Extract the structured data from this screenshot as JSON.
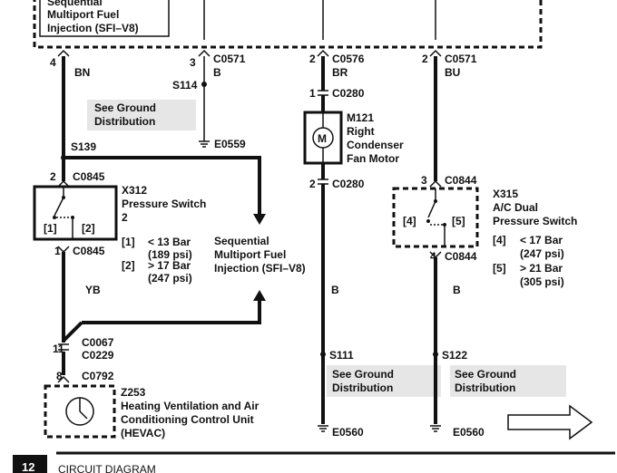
{
  "top_module": {
    "line1": "Sequential",
    "line2": "Multiport Fuel",
    "line3": "Injection (SFI–V8)"
  },
  "connectors": {
    "c0571_left": {
      "pin": "4",
      "name": "",
      "wire": "BN"
    },
    "c0571_mid": {
      "pin": "3",
      "name": "C0571",
      "wire": "B"
    },
    "c0576": {
      "pin": "2",
      "name": "C0576",
      "wire": "BR"
    },
    "c0571_right": {
      "pin": "2",
      "name": "C0571",
      "wire": "BU"
    },
    "c0280_top": {
      "pin": "1",
      "name": "C0280"
    },
    "c0280_bot": {
      "pin": "2",
      "name": "C0280"
    },
    "c0845_top": {
      "pin": "2",
      "name": "C0845"
    },
    "c0845_bot": {
      "pin": "1",
      "name": "C0845"
    },
    "c0844_top": {
      "pin": "3",
      "name": "C0844"
    },
    "c0844_bot": {
      "pin": "4",
      "name": "C0844"
    },
    "c0067": {
      "pin": "11",
      "name1": "C0067",
      "name2": "C0229"
    },
    "c0792": {
      "pin": "8",
      "name": "C0792"
    }
  },
  "splices": {
    "s114": "S114",
    "s139": "S139",
    "s111": "S111",
    "s122": "S122"
  },
  "grounds": {
    "e0559": "E0559",
    "e0560_a": "E0560",
    "e0560_b": "E0560"
  },
  "see_ground": {
    "line1": "See Ground",
    "line2": "Distribution"
  },
  "wire_colors": {
    "yb": "YB",
    "b_mid": "B",
    "b_right": "B"
  },
  "m121": {
    "id": "M121",
    "line1": "Right",
    "line2": "Condenser",
    "line3": "Fan Motor",
    "symbol": "M"
  },
  "x312": {
    "id": "X312",
    "line1": "Pressure Switch",
    "line2": "2",
    "contact1": "[1]",
    "contact2": "[2]",
    "spec1_key": "[1]",
    "spec1_a": "< 13 Bar",
    "spec1_b": "(189 psi)",
    "spec2_key": "[2]",
    "spec2_a": "> 17 Bar",
    "spec2_b": "(247 psi)"
  },
  "sfi_mid": {
    "line1": "Sequential",
    "line2": "Multiport Fuel",
    "line3": "Injection (SFI–V8)"
  },
  "x315": {
    "id": "X315",
    "line1": "A/C Dual",
    "line2": "Pressure Switch",
    "contact1": "[4]",
    "contact2": "[5]",
    "spec1_key": "[4]",
    "spec1_a": "< 17 Bar",
    "spec1_b": "(247 psi)",
    "spec2_key": "[5]",
    "spec2_a": "> 21 Bar",
    "spec2_b": "(305 psi)"
  },
  "z253": {
    "id": "Z253",
    "line1": "Heating Ventilation and Air",
    "line2": "Conditioning Control Unit",
    "line3": "(HEVAC)"
  },
  "footer": {
    "page": "12",
    "title": "CIRCUIT DIAGRAM"
  },
  "colors": {
    "ink": "#111111",
    "shade": "#e6e6e6",
    "footer_block": "#111111"
  },
  "icons": [
    "connector-icon",
    "splice-dot-icon",
    "ground-icon",
    "motor-icon",
    "switch-icon",
    "gauge-icon",
    "arrow-icon",
    "next-page-arrow-icon"
  ]
}
